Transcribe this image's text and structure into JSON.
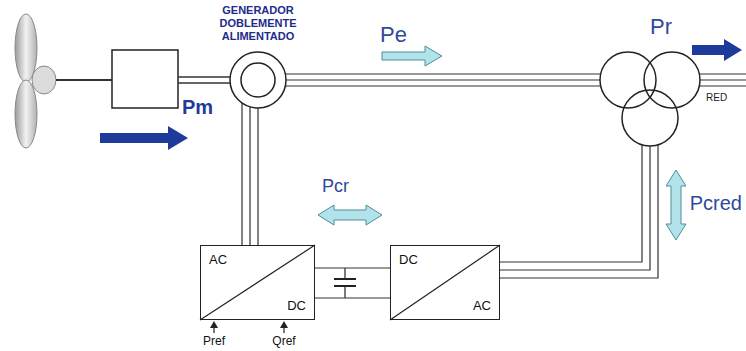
{
  "diagram": {
    "nodes": [
      {
        "text": [
          "GENERADOR DOBLEMENTE ALIMENTADO"
        ]
      },
      {
        "text": [
          "AC",
          "DC"
        ]
      },
      {
        "text": [
          "DC",
          "AC"
        ]
      }
    ],
    "edges": [
      {
        "from": 0,
        "to": 1,
        "arrow": "none"
      },
      {
        "from": 1,
        "to": 2,
        "arrow": "none"
      }
    ],
    "labels": [
      "Pe",
      "Pr",
      "RED",
      "Pm",
      "Pcr",
      "Pcred",
      "Pref",
      "Qref"
    ]
  }
}
